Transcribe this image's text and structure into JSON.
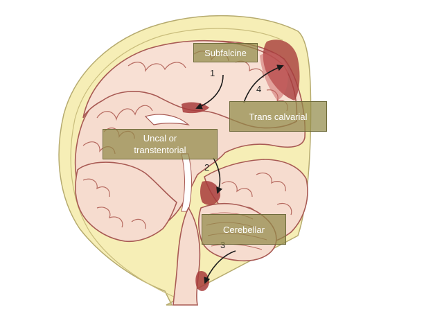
{
  "labels": {
    "subfalcine": "Subfalcine",
    "trans_calvarial": "Trans calvarial",
    "uncal": "Uncal or\ntranstentorial",
    "cerebellar": "Cerebellar"
  },
  "numbers": {
    "n1": "1",
    "n2": "2",
    "n3": "3",
    "n4": "4"
  },
  "colors": {
    "skull": "#f6eeb6",
    "skull_edge": "#b6ab6f",
    "brain": "#f6dccf",
    "brain_edge": "#a85a54",
    "herniation": "#a83c3c",
    "label_bg": "#928a4a"
  }
}
